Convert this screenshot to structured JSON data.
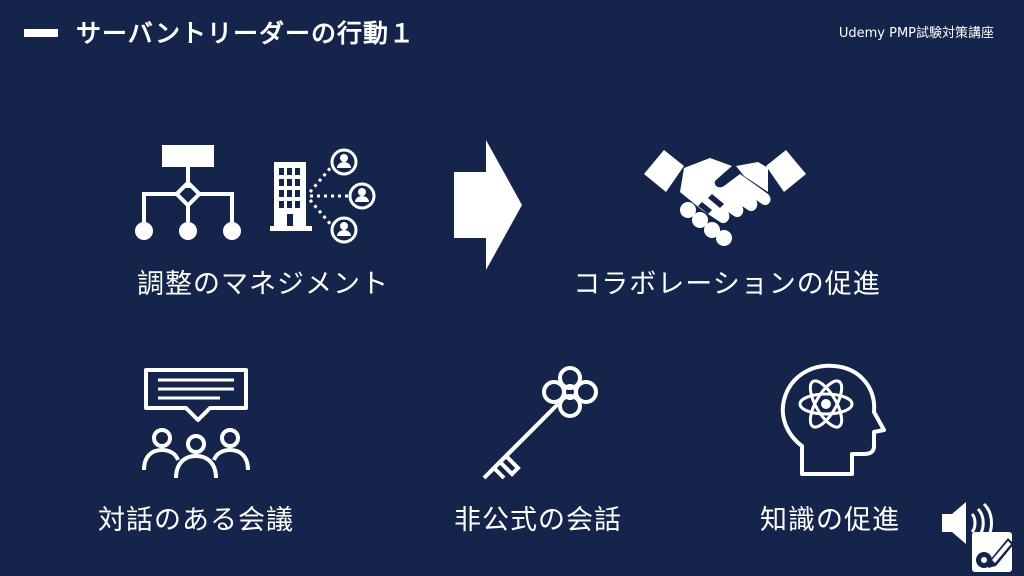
{
  "header": {
    "title": "サーバントリーダーの行動１",
    "course": "Udemy PMP試験対策講座"
  },
  "items": {
    "coordination": {
      "label": "調整のマネジメント"
    },
    "collaboration": {
      "label": "コラボレーションの促進"
    },
    "dialogue_meetings": {
      "label": "対話のある会議"
    },
    "informal_conversation": {
      "label": "非公式の会話"
    },
    "knowledge": {
      "label": "知識の促進"
    }
  },
  "icons": [
    "org-chart-icon",
    "building-network-icon",
    "right-arrow-icon",
    "handshake-icon",
    "meeting-speech-icon",
    "key-icon",
    "head-atom-icon",
    "speaker-icon",
    "edit-settings-icon"
  ],
  "colors": {
    "background": "#14244a",
    "foreground": "#ffffff"
  }
}
